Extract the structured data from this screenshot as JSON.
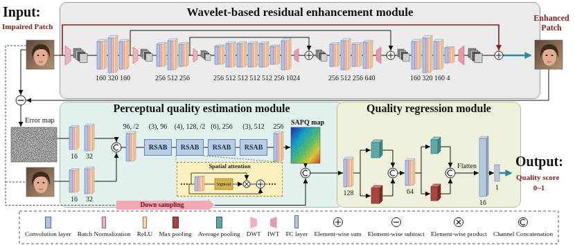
{
  "diagram": {
    "nodes": [
      {
        "text": [
          "Wavelet-based residual enhancement module"
        ]
      },
      {
        "text": [
          "Perceptual quality estimation module"
        ]
      },
      {
        "text": [
          "Quality regression module"
        ]
      },
      {
        "text": [
          "RSAB"
        ],
        "in": 1
      },
      {
        "text": [
          "RSAB"
        ],
        "in": 1
      },
      {
        "text": [
          "RSAB"
        ],
        "in": 1
      },
      {
        "text": [
          "RSAB"
        ],
        "in": 1
      },
      {
        "text": [
          "Spatial attention"
        ],
        "in": 1
      },
      {
        "text": [
          "Down sampling"
        ],
        "in": 1
      }
    ],
    "edges": [
      {
        "from": 3,
        "to": 4,
        "arrow": "none"
      },
      {
        "from": 4,
        "to": 5,
        "arrow": "none"
      },
      {
        "from": 5,
        "to": 6,
        "arrow": "none"
      }
    ],
    "labels": [
      "Input:",
      "Impaired Patch",
      "Enhanced Patch",
      "160 320 160",
      "256 512 256",
      "256 512 512 512 512 256 1024",
      "256 512 256 640",
      "160 320 160 4",
      "Error map",
      "16",
      "32",
      "16",
      "32",
      "96, /2",
      "(3), 96",
      "(4), 128, /2",
      "(6), 256",
      "(3), 512",
      "256",
      "SAPQ map",
      "Sigmoid",
      "128",
      "64",
      "Flatten",
      "16",
      "1",
      "Output:",
      "Quality score",
      "0~1"
    ],
    "legend": [
      {
        "text": "Convolution layer",
        "color": "#a9c4e6"
      },
      {
        "text": "Batch Normalization",
        "color": "#f3b3c0"
      },
      {
        "text": "ReLU",
        "color": "#fbd5ad"
      },
      {
        "text": "Max pooling",
        "color": "#a8473f"
      },
      {
        "text": "Average pooling",
        "color": "#5fa8a8"
      },
      {
        "text": "DWT",
        "color": "#efb1bd"
      },
      {
        "text": "IWT",
        "color": "#e59aa9"
      },
      {
        "text": "FC layer",
        "color": "#b8c8dc"
      },
      {
        "text": "Element-wise sum"
      },
      {
        "text": "Element-wise subtract"
      },
      {
        "text": "Element-wise product"
      },
      {
        "text": "Channel Concatenation"
      }
    ]
  }
}
